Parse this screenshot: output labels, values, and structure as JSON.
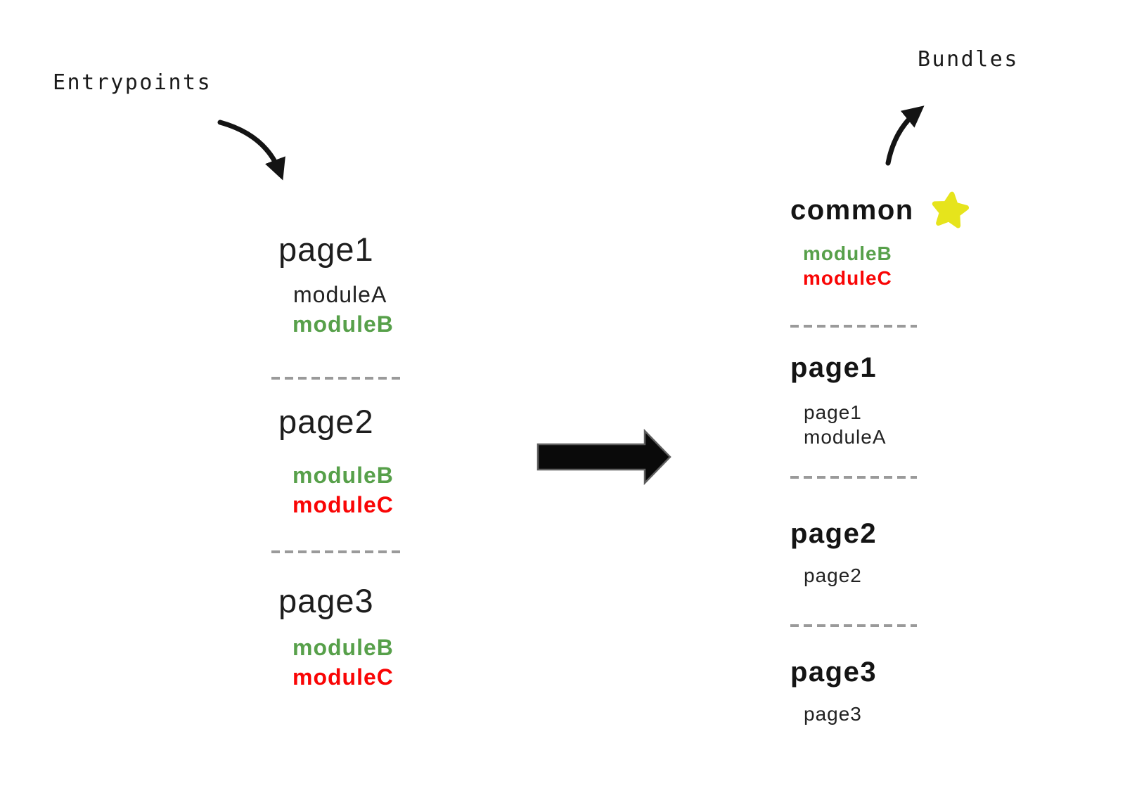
{
  "labels": {
    "entrypoints": "Entrypoints",
    "bundles": "Bundles"
  },
  "colors": {
    "module_green": "#57a04a",
    "module_red": "#f90505",
    "star_yellow": "#e6e41c",
    "text_black": "#1d1d1d",
    "dash_gray": "#9a9a9a",
    "arrow_black": "#141414"
  },
  "entrypoints": [
    {
      "name": "page1",
      "modules": [
        {
          "label": "moduleA",
          "color": "black"
        },
        {
          "label": "moduleB",
          "color": "green"
        }
      ]
    },
    {
      "name": "page2",
      "modules": [
        {
          "label": "moduleB",
          "color": "green"
        },
        {
          "label": "moduleC",
          "color": "red"
        }
      ]
    },
    {
      "name": "page3",
      "modules": [
        {
          "label": "moduleB",
          "color": "green"
        },
        {
          "label": "moduleC",
          "color": "red"
        }
      ]
    }
  ],
  "bundles": [
    {
      "name": "common",
      "starred": true,
      "modules": [
        {
          "label": "moduleB",
          "color": "green"
        },
        {
          "label": "moduleC",
          "color": "red"
        }
      ]
    },
    {
      "name": "page1",
      "starred": false,
      "modules": [
        {
          "label": "page1",
          "color": "black"
        },
        {
          "label": "moduleA",
          "color": "black"
        }
      ]
    },
    {
      "name": "page2",
      "starred": false,
      "modules": [
        {
          "label": "page2",
          "color": "black"
        }
      ]
    },
    {
      "name": "page3",
      "starred": false,
      "modules": [
        {
          "label": "page3",
          "color": "black"
        }
      ]
    }
  ]
}
